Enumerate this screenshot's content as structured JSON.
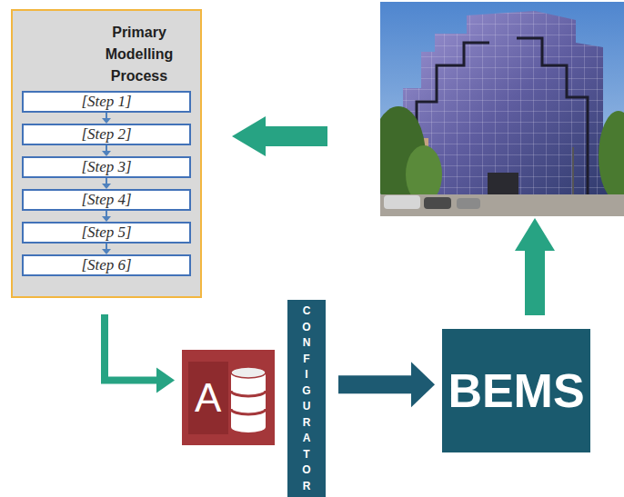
{
  "diagram": {
    "nodes": [
      {
        "text": [
          "Primary Modelling Process"
        ]
      },
      {
        "text": [
          "[Step 1]"
        ],
        "in": 0
      },
      {
        "text": [
          "[Step 2]"
        ],
        "in": 0
      },
      {
        "text": [
          "[Step 3]"
        ],
        "in": 0
      },
      {
        "text": [
          "[Step 4]"
        ],
        "in": 0
      },
      {
        "text": [
          "[Step 5]"
        ],
        "in": 0
      },
      {
        "text": [
          "[Step 6]"
        ],
        "in": 0
      },
      {
        "text": [
          "A"
        ]
      },
      {
        "text": [
          "CONFIGURATOR"
        ]
      },
      {
        "text": [
          "BEMS"
        ]
      }
    ],
    "edges": [
      {
        "from": 1,
        "to": 2,
        "arrow": "to"
      },
      {
        "from": 2,
        "to": 3,
        "arrow": "to"
      },
      {
        "from": 3,
        "to": 4,
        "arrow": "to"
      },
      {
        "from": 4,
        "to": 5,
        "arrow": "to"
      },
      {
        "from": 5,
        "to": 6,
        "arrow": "to"
      },
      {
        "from": 0,
        "to": 7,
        "arrow": "to"
      },
      {
        "from": 8,
        "to": 9,
        "arrow": "to"
      }
    ]
  }
}
